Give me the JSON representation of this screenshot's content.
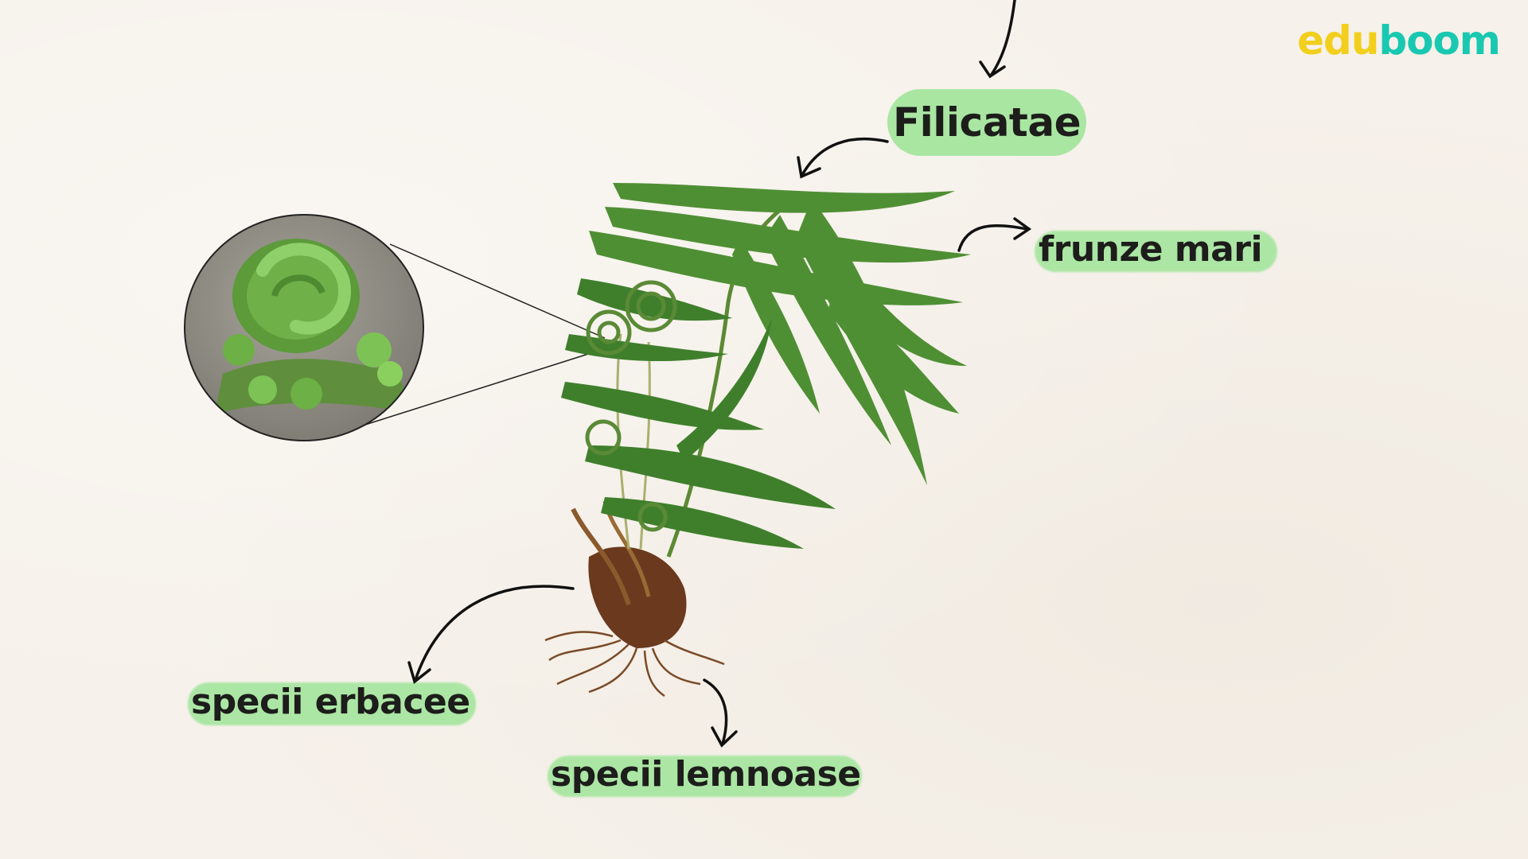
{
  "logo": {
    "part1": "edu",
    "part2": "boom"
  },
  "labels": {
    "main": "Filicatae",
    "leaves": "frunze mari",
    "herbaceous": "specii erbacee",
    "woody": "specii lemnoase"
  },
  "colors": {
    "background": "#f6f1ea",
    "highlight": "#a9e6a2",
    "logo_yellow": "#f2cf1c",
    "logo_teal": "#19c8b0",
    "fern_green": "#4f8f34",
    "rhizome_brown": "#6b3a1e"
  },
  "images": {
    "main_plant": "fern-illustration",
    "zoom_detail": "fiddlehead-closeup"
  }
}
